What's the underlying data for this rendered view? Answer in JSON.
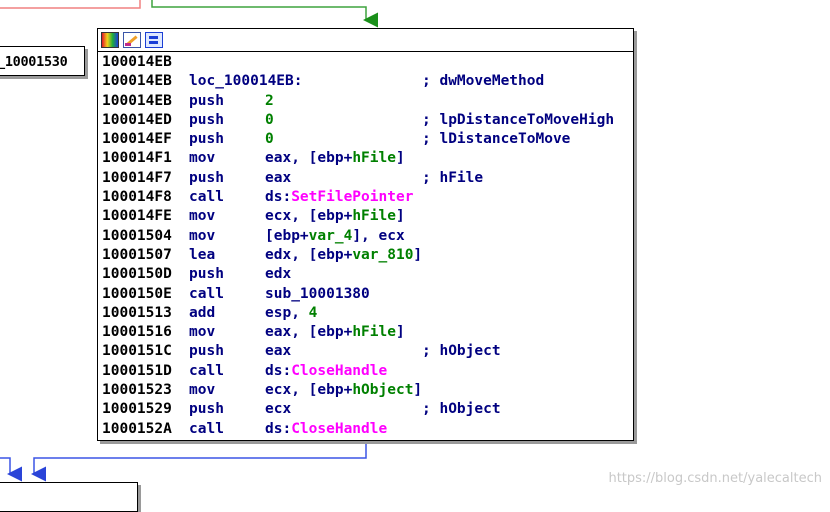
{
  "colors": {
    "edge_red": "#f08080",
    "edge_green": "#3fa33f",
    "edge_blue": "#3b55e6",
    "address": "#000000",
    "mnemonic": "#000080",
    "number": "#008000",
    "variable": "#008000",
    "import": "#ff00ff"
  },
  "left_node": {
    "label": "_10001530"
  },
  "main_node": {
    "title_icons": [
      "color-palette-icon",
      "edit-pencil-icon",
      "graph-view-icon"
    ],
    "lines": [
      {
        "addr": "100014EB",
        "label": "",
        "mn": "",
        "op": [],
        "cm": ""
      },
      {
        "addr": "100014EB",
        "label": "loc_100014EB:",
        "mn": "",
        "op": [],
        "cm": "; dwMoveMethod"
      },
      {
        "addr": "100014EB",
        "label": "",
        "mn": "push",
        "op": [
          {
            "t": "2",
            "k": "num"
          }
        ],
        "cm": ""
      },
      {
        "addr": "100014ED",
        "label": "",
        "mn": "push",
        "op": [
          {
            "t": "0",
            "k": "num"
          }
        ],
        "cm": "; lpDistanceToMoveHigh"
      },
      {
        "addr": "100014EF",
        "label": "",
        "mn": "push",
        "op": [
          {
            "t": "0",
            "k": "num"
          }
        ],
        "cm": "; lDistanceToMove"
      },
      {
        "addr": "100014F1",
        "label": "",
        "mn": "mov",
        "op": [
          {
            "t": "eax, [ebp+",
            "k": "reg"
          },
          {
            "t": "hFile",
            "k": "var"
          },
          {
            "t": "]",
            "k": "reg"
          }
        ],
        "cm": ""
      },
      {
        "addr": "100014F7",
        "label": "",
        "mn": "push",
        "op": [
          {
            "t": "eax",
            "k": "reg"
          }
        ],
        "cm": "; hFile"
      },
      {
        "addr": "100014F8",
        "label": "",
        "mn": "call",
        "op": [
          {
            "t": "ds:",
            "k": "reg"
          },
          {
            "t": "SetFilePointer",
            "k": "api"
          }
        ],
        "cm": ""
      },
      {
        "addr": "100014FE",
        "label": "",
        "mn": "mov",
        "op": [
          {
            "t": "ecx, [ebp+",
            "k": "reg"
          },
          {
            "t": "hFile",
            "k": "var"
          },
          {
            "t": "]",
            "k": "reg"
          }
        ],
        "cm": ""
      },
      {
        "addr": "10001504",
        "label": "",
        "mn": "mov",
        "op": [
          {
            "t": "[ebp+",
            "k": "reg"
          },
          {
            "t": "var_4",
            "k": "var"
          },
          {
            "t": "], ecx",
            "k": "reg"
          }
        ],
        "cm": ""
      },
      {
        "addr": "10001507",
        "label": "",
        "mn": "lea",
        "op": [
          {
            "t": "edx, [ebp+",
            "k": "reg"
          },
          {
            "t": "var_810",
            "k": "var"
          },
          {
            "t": "]",
            "k": "reg"
          }
        ],
        "cm": ""
      },
      {
        "addr": "1000150D",
        "label": "",
        "mn": "push",
        "op": [
          {
            "t": "edx",
            "k": "reg"
          }
        ],
        "cm": ""
      },
      {
        "addr": "1000150E",
        "label": "",
        "mn": "call",
        "op": [
          {
            "t": "sub_10001380",
            "k": "reg"
          }
        ],
        "cm": ""
      },
      {
        "addr": "10001513",
        "label": "",
        "mn": "add",
        "op": [
          {
            "t": "esp, ",
            "k": "reg"
          },
          {
            "t": "4",
            "k": "num"
          }
        ],
        "cm": ""
      },
      {
        "addr": "10001516",
        "label": "",
        "mn": "mov",
        "op": [
          {
            "t": "eax, [ebp+",
            "k": "reg"
          },
          {
            "t": "hFile",
            "k": "var"
          },
          {
            "t": "]",
            "k": "reg"
          }
        ],
        "cm": ""
      },
      {
        "addr": "1000151C",
        "label": "",
        "mn": "push",
        "op": [
          {
            "t": "eax",
            "k": "reg"
          }
        ],
        "cm": "; hObject"
      },
      {
        "addr": "1000151D",
        "label": "",
        "mn": "call",
        "op": [
          {
            "t": "ds:",
            "k": "reg"
          },
          {
            "t": "CloseHandle",
            "k": "api"
          }
        ],
        "cm": ""
      },
      {
        "addr": "10001523",
        "label": "",
        "mn": "mov",
        "op": [
          {
            "t": "ecx, [ebp+",
            "k": "reg"
          },
          {
            "t": "hObject",
            "k": "var"
          },
          {
            "t": "]",
            "k": "reg"
          }
        ],
        "cm": ""
      },
      {
        "addr": "10001529",
        "label": "",
        "mn": "push",
        "op": [
          {
            "t": "ecx",
            "k": "reg"
          }
        ],
        "cm": "; hObject"
      },
      {
        "addr": "1000152A",
        "label": "",
        "mn": "call",
        "op": [
          {
            "t": "ds:",
            "k": "reg"
          },
          {
            "t": "CloseHandle",
            "k": "api"
          }
        ],
        "cm": ""
      }
    ]
  },
  "watermark": "https://blog.csdn.net/yalecaltech"
}
